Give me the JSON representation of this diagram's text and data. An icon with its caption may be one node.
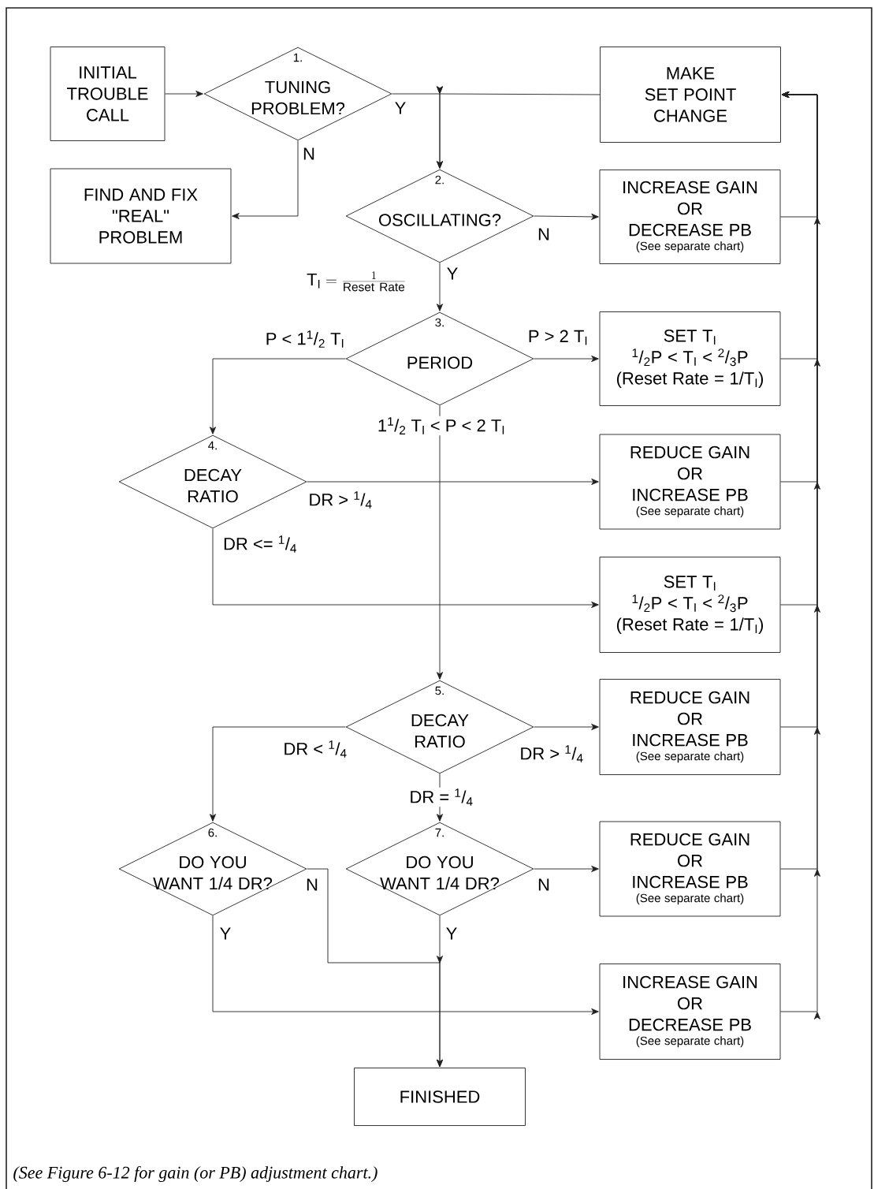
{
  "diagram": {
    "caption": "(See Figure 6-12 for gain (or PB) adjustment chart.)",
    "nodes": [
      {
        "text": [
          "INITIAL TROUBLE CALL"
        ]
      },
      {
        "text": [
          "1.",
          "TUNING PROBLEM?"
        ]
      },
      {
        "text": [
          "MAKE SET POINT CHANGE"
        ]
      },
      {
        "text": [
          "FIND AND FIX \"REAL\" PROBLEM"
        ]
      },
      {
        "text": [
          "2.",
          "OSCILLATING?"
        ]
      },
      {
        "text": [
          "INCREASE GAIN OR DECREASE PB",
          "(See separate chart)"
        ]
      },
      {
        "text": [
          "3.",
          "PERIOD"
        ]
      },
      {
        "text": [
          "SET T$_{I}$",
          "$^{1}$/$_{2}$P < T$_{I}$ < $^{2}$/$_{3}$P",
          "(Reset Rate = 1/T$_{I}$)"
        ]
      },
      {
        "text": [
          "4.",
          "DECAY RATIO"
        ]
      },
      {
        "text": [
          "REDUCE GAIN OR INCREASE PB",
          "(See separate chart)"
        ]
      },
      {
        "text": [
          "SET T$_{I}$",
          "$^{1}$/$_{2}$P < T$_{I}$ < $^{2}$/$_{3}$P",
          "(Reset Rate = 1/T$_{I}$)"
        ]
      },
      {
        "text": [
          "5.",
          "DECAY RATIO"
        ]
      },
      {
        "text": [
          "REDUCE GAIN OR INCREASE PB",
          "(See separate chart)"
        ]
      },
      {
        "text": [
          "6.",
          "DO YOU WANT 1/4 DR?"
        ]
      },
      {
        "text": [
          "7.",
          "DO YOU WANT 1/4 DR?"
        ]
      },
      {
        "text": [
          "REDUCE GAIN OR INCREASE PB",
          "(See separate chart)"
        ]
      },
      {
        "text": [
          "INCREASE GAIN OR DECREASE PB",
          "(See separate chart)"
        ]
      },
      {
        "text": [
          "FINISHED"
        ]
      }
    ],
    "edges": [
      {
        "from": 0,
        "to": 1,
        "arrow": "to"
      },
      {
        "from": 1,
        "to": 4,
        "arrow": "to",
        "label": "Y"
      },
      {
        "from": 1,
        "to": 3,
        "arrow": "to",
        "label": "N"
      },
      {
        "from": 2,
        "to": 4,
        "arrow": "to"
      },
      {
        "from": 4,
        "to": 5,
        "arrow": "to",
        "label": "N"
      },
      {
        "from": 4,
        "to": 6,
        "arrow": "to",
        "label": "Y"
      },
      {
        "from": 6,
        "to": 7,
        "arrow": "to",
        "label": "P > 2 T$_{I}$"
      },
      {
        "from": 6,
        "to": 8,
        "arrow": "to",
        "label": "P < 1$^{1}$/$_{2}$ T$_{I}$"
      },
      {
        "from": 6,
        "to": 11,
        "arrow": "to",
        "label": "1$^{1}$/$_{2}$ T$_{I}$ < P < 2 T$_{I}$"
      },
      {
        "from": 8,
        "to": 9,
        "arrow": "to",
        "label": "DR > $^{1}$/$_{4}$"
      },
      {
        "from": 8,
        "to": 10,
        "arrow": "to",
        "label": "DR <= $^{1}$/$_{4}$"
      },
      {
        "from": 11,
        "to": 12,
        "arrow": "to",
        "label": "DR > $^{1}$/$_{4}$"
      },
      {
        "from": 11,
        "to": 13,
        "arrow": "to",
        "label": "DR < $^{1}$/$_{4}$"
      },
      {
        "from": 11,
        "to": 14,
        "arrow": "to",
        "label": "DR = $^{1}$/$_{4}$"
      },
      {
        "from": 14,
        "to": 15,
        "arrow": "to",
        "label": "N"
      },
      {
        "from": 14,
        "to": 17,
        "arrow": "to",
        "label": "Y"
      },
      {
        "from": 13,
        "to": 17,
        "arrow": "to",
        "label": "N"
      },
      {
        "from": 13,
        "to": 16,
        "arrow": "to",
        "label": "Y"
      },
      {
        "from": 5,
        "to": 2,
        "arrow": "to"
      },
      {
        "from": 7,
        "to": 2,
        "arrow": "to"
      },
      {
        "from": 9,
        "to": 2,
        "arrow": "to"
      },
      {
        "from": 10,
        "to": 2,
        "arrow": "to"
      },
      {
        "from": 12,
        "to": 2,
        "arrow": "to"
      },
      {
        "from": 15,
        "to": 2,
        "arrow": "to"
      },
      {
        "from": 16,
        "to": 2,
        "arrow": "to"
      }
    ],
    "labels": [
      "\\mathrm{T_{I}} = \\frac{1}{\\mathrm{Reset\\ Rate}}"
    ]
  }
}
